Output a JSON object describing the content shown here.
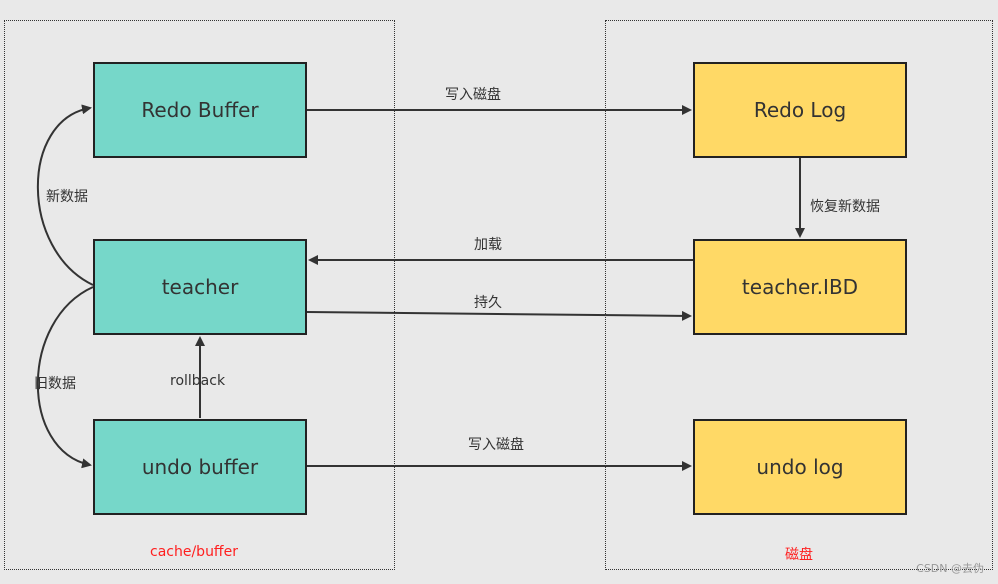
{
  "regions": {
    "memory_label": "cache/buffer",
    "disk_label": "磁盘"
  },
  "nodes": {
    "redo_buffer": "Redo Buffer",
    "teacher": "teacher",
    "undo_buffer": "undo buffer",
    "redo_log": "Redo Log",
    "teacher_ibd": "teacher.IBD",
    "undo_log": "undo log"
  },
  "edges": {
    "redo_write": "写入磁盘",
    "recover": "恢复新数据",
    "load": "加载",
    "persist": "持久",
    "undo_write": "写入磁盘",
    "new_data": "新数据",
    "old_data": "旧数据",
    "rollback": "rollback"
  },
  "colors": {
    "memory_node": "#76d7c9",
    "disk_node": "#ffd966",
    "region_label": "#ff1f1f"
  },
  "watermark": "CSDN @去伪"
}
